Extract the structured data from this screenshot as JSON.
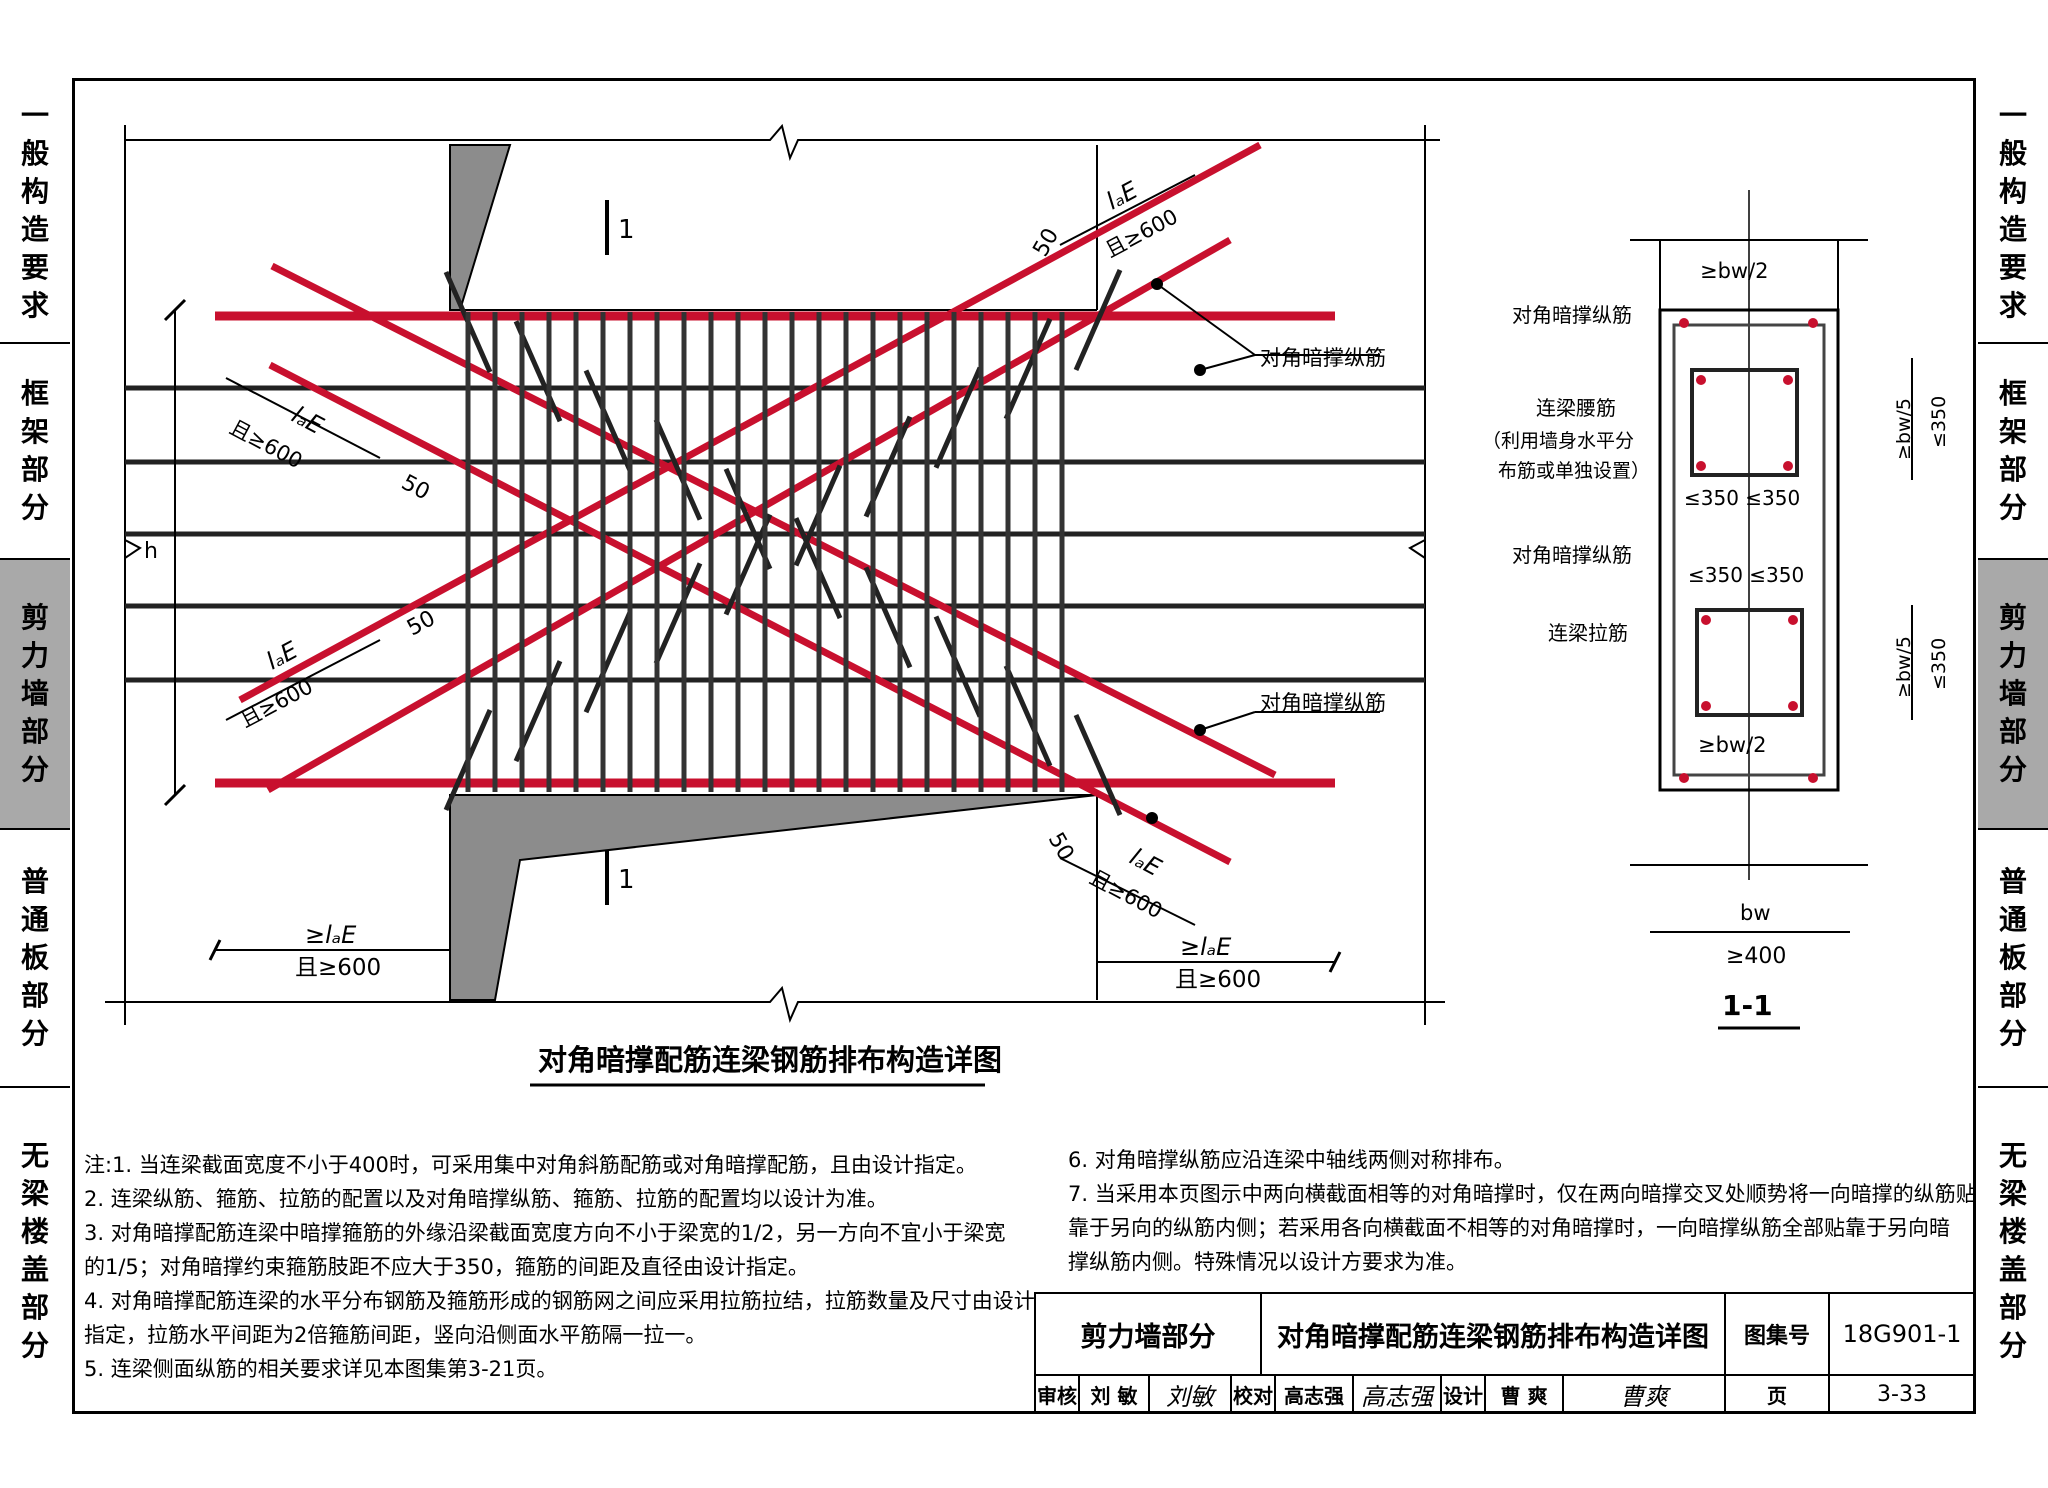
{
  "side_tabs": [
    {
      "label": "一般构造要求",
      "active": false
    },
    {
      "label": "框架部分",
      "active": false
    },
    {
      "label": "剪力墙部分",
      "active": true
    },
    {
      "label": "普通板部分",
      "active": false
    },
    {
      "label": "无梁楼盖部分",
      "active": false
    }
  ],
  "colors": {
    "rebar_red": "#c8102e",
    "rebar_black": "#222222",
    "wall_fill": "#8c8c8c",
    "active_tab": "#a9a9a9"
  },
  "main_drawing": {
    "title": "对角暗撑配筋连梁钢筋排布构造详图",
    "section_mark": "1",
    "label_diag_bar": "对角暗撑纵筋",
    "label_height": "h",
    "dim_50": "50",
    "dim_lae": "lₐE",
    "dim_lae_geq": "≥lₐE",
    "dim_600": "且≥600"
  },
  "section": {
    "title": "1-1",
    "label_diag_long": "对角暗撑纵筋",
    "label_waist_1": "连梁腰筋",
    "label_waist_2": "（利用墙身水平分",
    "label_waist_3": "布筋或单独设置）",
    "label_diag_long_2": "对角暗撑纵筋",
    "label_tie": "连梁拉筋",
    "dim_half_bw": "≥bw/2",
    "dim_bw5": "≥bw/5",
    "dim_350": "≤350",
    "dim_350_pair": "≤350 ≤350",
    "dim_bw": "bw",
    "dim_400": "≥400"
  },
  "notes_left": [
    "注:1. 当连梁截面宽度不小于400时，可采用集中对角斜筋配筋或对角暗撑配筋，且由设计指定。",
    "    2. 连梁纵筋、箍筋、拉筋的配置以及对角暗撑纵筋、箍筋、拉筋的配置均以设计为准。",
    "    3. 对角暗撑配筋连梁中暗撑箍筋的外缘沿梁截面宽度方向不小于梁宽的1/2，另一方向不宜小于梁宽",
    "        的1/5；对角暗撑约束箍筋肢距不应大于350，箍筋的间距及直径由设计指定。",
    "    4. 对角暗撑配筋连梁的水平分布钢筋及箍筋形成的钢筋网之间应采用拉筋拉结，拉筋数量及尺寸由设计",
    "        指定，拉筋水平间距为2倍箍筋间距，竖向沿侧面水平筋隔一拉一。",
    "    5. 连梁侧面纵筋的相关要求详见本图集第3-21页。"
  ],
  "notes_right": [
    "6. 对角暗撑纵筋应沿连梁中轴线两侧对称排布。",
    "7. 当采用本页图示中两向横截面相等的对角暗撑时，仅在两向暗撑交叉处顺势将一向暗撑的纵筋贴",
    "    靠于另向的纵筋内侧；若采用各向横截面不相等的对角暗撑时，一向暗撑纵筋全部贴靠于另向暗",
    "    撑纵筋内侧。特殊情况以设计方要求为准。"
  ],
  "title_block": {
    "section_name": "剪力墙部分",
    "drawing_title": "对角暗撑配筋连梁钢筋排布构造详图",
    "atlas_label": "图集号",
    "atlas_no": "18G901-1",
    "review_label": "审核",
    "reviewer": "刘  敏",
    "reviewer_sig": "刘敏",
    "check_label": "校对",
    "checker": "高志强",
    "checker_sig": "高志强",
    "design_label": "设计",
    "designer": "曹  爽",
    "designer_sig": "曹爽",
    "page_label": "页",
    "page_no": "3-33"
  }
}
